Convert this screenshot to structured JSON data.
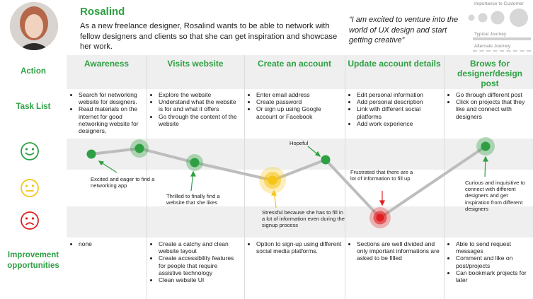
{
  "persona": {
    "name": "Rosalind",
    "description": "As a new freelance designer, Rosalind wants to be able to network with fellow designers and clients so that she can get inspiration and showcase her work.",
    "quote": "“I am excited to venture into the world of UX design and start getting creative”"
  },
  "legend": {
    "importance": "Importance to Customer",
    "typical": "Typical Journey",
    "alternate": "Alternate Journey"
  },
  "rows": {
    "action": "Action",
    "task_list": "Task List",
    "improvement": "Improvement opportunities"
  },
  "stages": [
    {
      "title": "Awareness",
      "tasks": [
        "Search for networking website for designers.",
        "Read materials on the internet for good networking website for designers,"
      ],
      "emotion": "Excited and eager to find a networking app",
      "improvements": [
        "none"
      ]
    },
    {
      "title": "Visits website",
      "tasks": [
        "Explore the website",
        "Understand what the website is for and what it offers",
        "Go through the content of the website"
      ],
      "emotion": "Thrilled to finally find a website that she likes",
      "improvements": [
        "Create a catchy and clean website layout",
        "Create accessibility features for people that require assistive technology",
        "Clean website UI"
      ]
    },
    {
      "title": "Create an account",
      "tasks": [
        "Enter email address",
        "Create password",
        "Or sign up using Google account or Facebook"
      ],
      "emotion": "Stressful because she has to fill in a lot of information even during the signup process",
      "emotion2": "Hopeful",
      "improvements": [
        "Option to sign-up using different social media platforms."
      ]
    },
    {
      "title": "Update account details",
      "tasks": [
        "Edit personal information",
        "Add personal description",
        "Link with different social platforms",
        "Add work experience"
      ],
      "emotion": "Frustrated that there are a lot of information to fill up",
      "improvements": [
        "Sections are well divided and only important informations are asked to be filled"
      ]
    },
    {
      "title": "Brows for designer/design post",
      "tasks": [
        "Go through different post",
        "Click on projects that they like and connect with designers"
      ],
      "emotion": "Curious and inquisitive to connect with different designers and get inspiration from different designers",
      "improvements": [
        "Able to send request messages",
        "Comment and like on post/projects",
        "Can bookmark projects for later"
      ]
    }
  ],
  "journey": {
    "points": [
      {
        "stage": 0,
        "level": 0.88,
        "color": "#2ea043"
      },
      {
        "stage": 0.5,
        "level": 0.9,
        "color": "#2ea043",
        "big": true
      },
      {
        "stage": 1,
        "level": 0.62,
        "color": "#2ea043",
        "big": true
      },
      {
        "stage": 2,
        "level": 0.4,
        "color": "#f5c518",
        "big": true
      },
      {
        "stage": 2.5,
        "level": 0.72,
        "color": "#2ea043"
      },
      {
        "stage": 3,
        "level": 0.0,
        "color": "#e02020",
        "big": true
      },
      {
        "stage": 4,
        "level": 0.95,
        "color": "#2ea043",
        "big": true
      }
    ]
  },
  "colors": {
    "green": "#2ea043",
    "yellow": "#f5c518",
    "red": "#e02020",
    "line": "#bdbdbd"
  },
  "icons": {
    "happy": "happy-face-icon",
    "neutral": "neutral-face-icon",
    "sad": "sad-face-icon"
  }
}
